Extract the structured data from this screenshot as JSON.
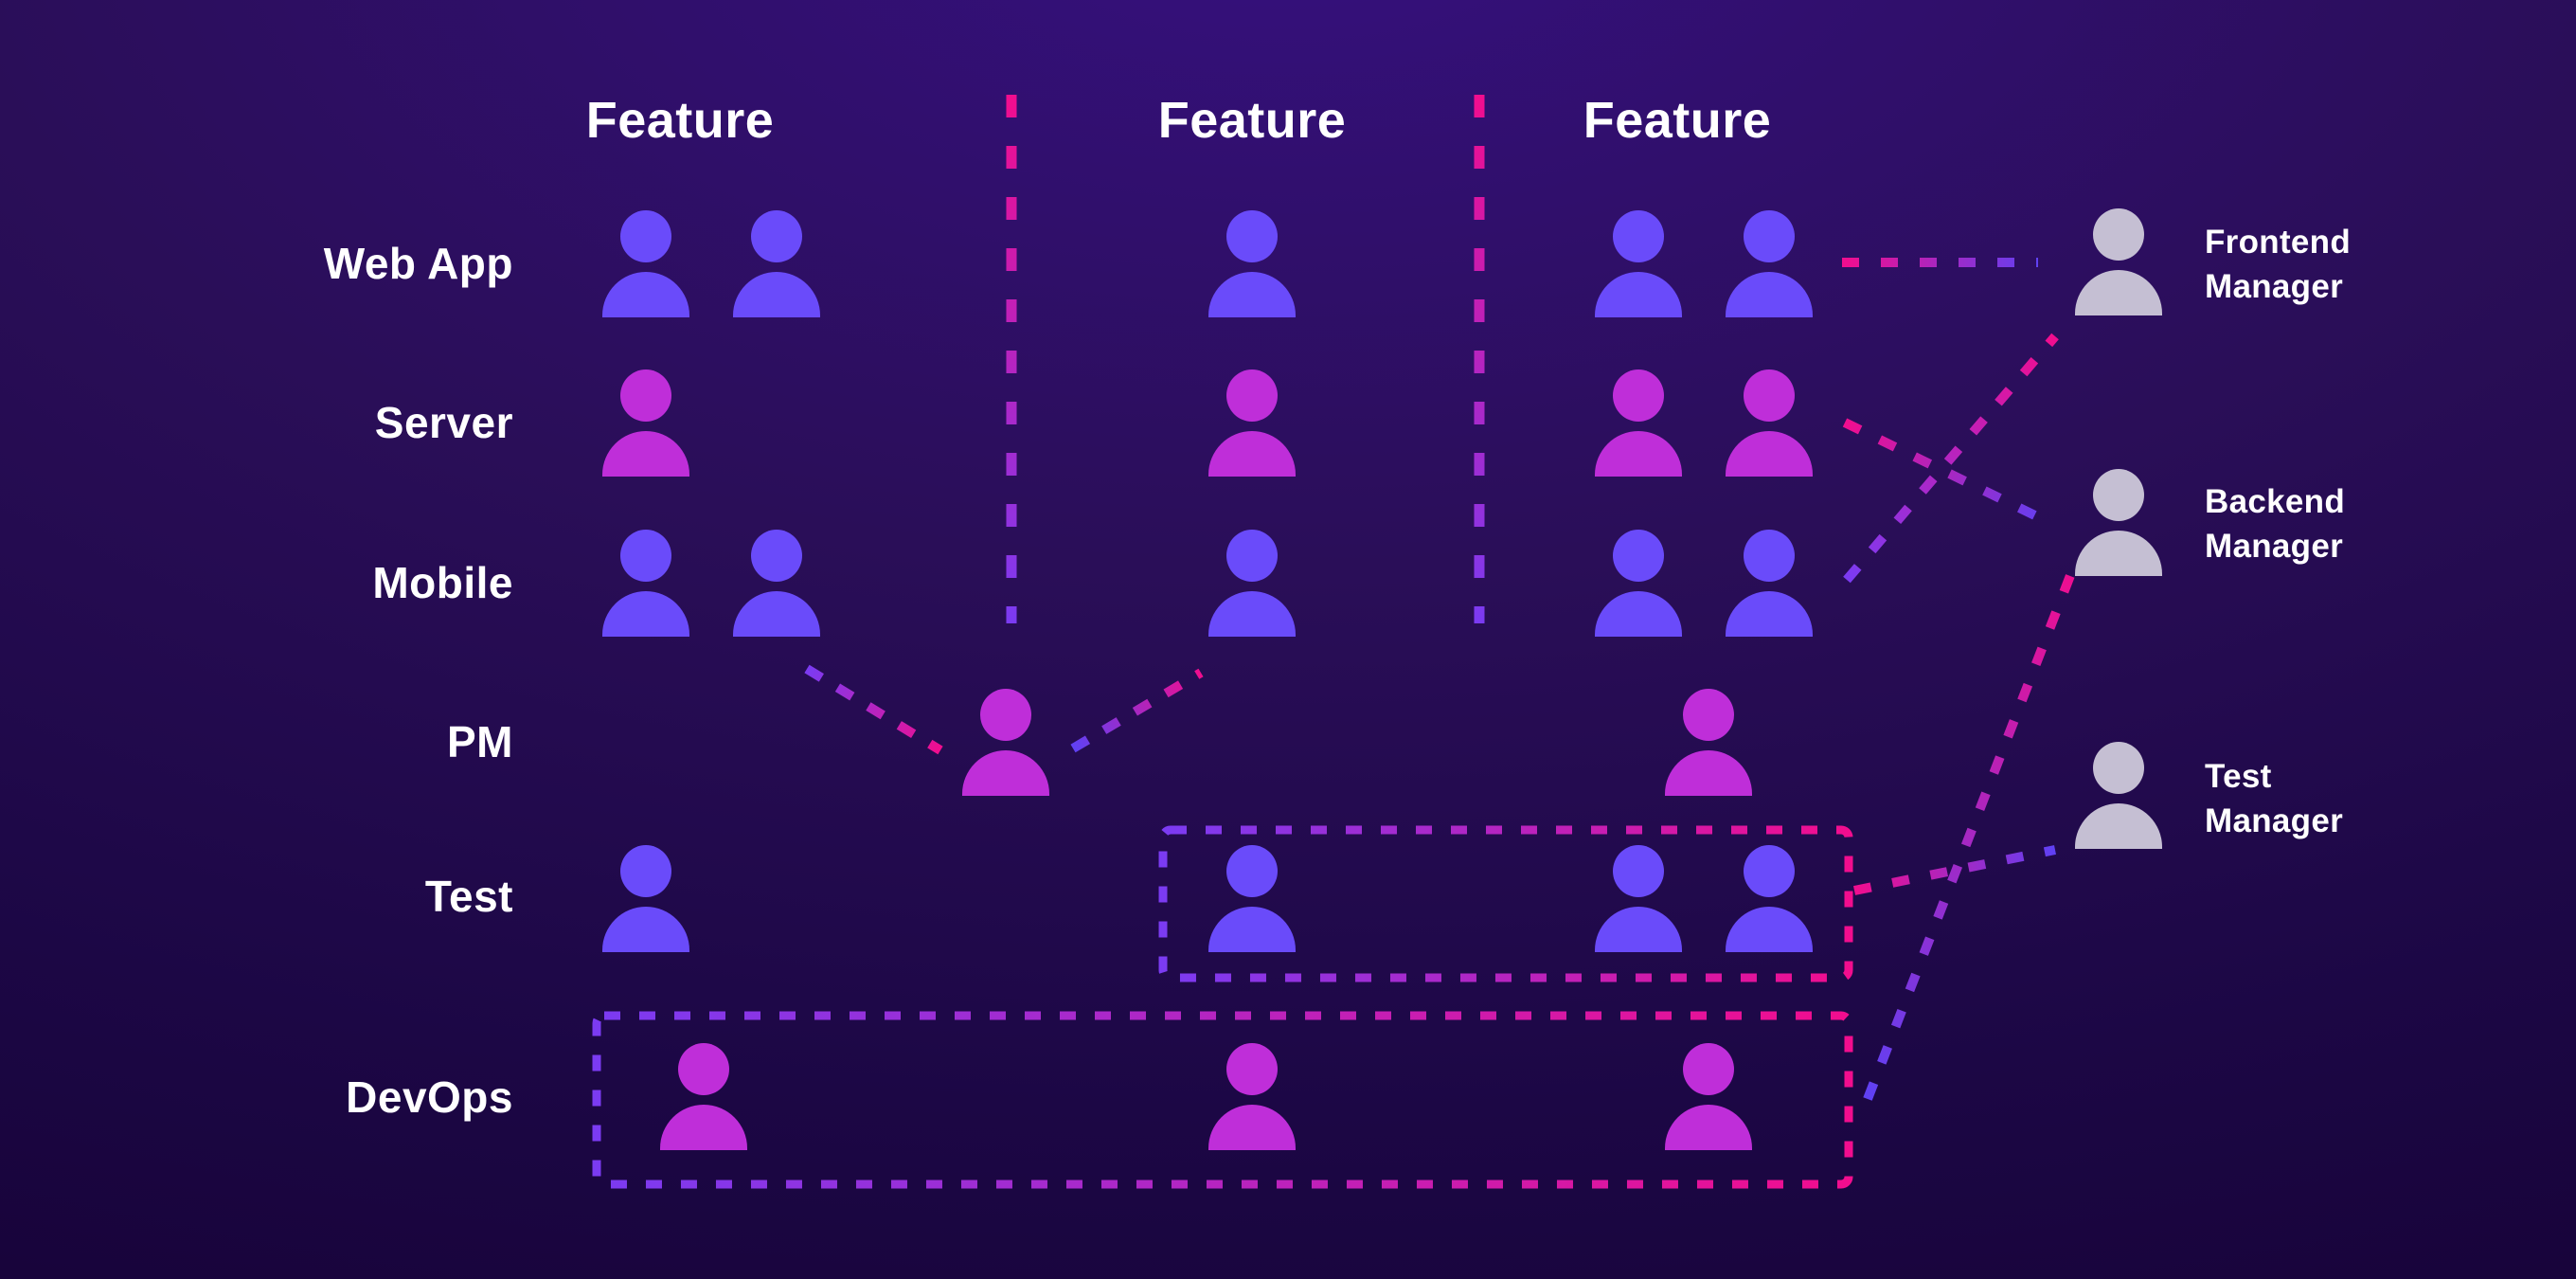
{
  "columns": [
    {
      "label": "Feature"
    },
    {
      "label": "Feature"
    },
    {
      "label": "Feature"
    }
  ],
  "rows": [
    {
      "id": "webapp",
      "label": "Web App"
    },
    {
      "id": "server",
      "label": "Server"
    },
    {
      "id": "mobile",
      "label": "Mobile"
    },
    {
      "id": "pm",
      "label": "PM"
    },
    {
      "id": "test",
      "label": "Test"
    },
    {
      "id": "devops",
      "label": "DevOps"
    }
  ],
  "managers": [
    {
      "id": "frontend",
      "label": "Frontend Manager"
    },
    {
      "id": "backend",
      "label": "Backend Manager"
    },
    {
      "id": "test",
      "label": "Test Manager"
    }
  ],
  "people": [
    {
      "row": "webapp",
      "slot": "f1s1",
      "color": "blue"
    },
    {
      "row": "webapp",
      "slot": "f1s2",
      "color": "blue"
    },
    {
      "row": "webapp",
      "slot": "f2",
      "color": "blue"
    },
    {
      "row": "webapp",
      "slot": "f3s1",
      "color": "blue"
    },
    {
      "row": "webapp",
      "slot": "f3s2",
      "color": "blue"
    },
    {
      "row": "server",
      "slot": "f1s1",
      "color": "magenta"
    },
    {
      "row": "server",
      "slot": "f2",
      "color": "magenta"
    },
    {
      "row": "server",
      "slot": "f3s1",
      "color": "magenta"
    },
    {
      "row": "server",
      "slot": "f3s2",
      "color": "magenta"
    },
    {
      "row": "mobile",
      "slot": "f1s1",
      "color": "blue"
    },
    {
      "row": "mobile",
      "slot": "f1s2",
      "color": "blue"
    },
    {
      "row": "mobile",
      "slot": "f2",
      "color": "blue"
    },
    {
      "row": "mobile",
      "slot": "f3s1",
      "color": "blue"
    },
    {
      "row": "mobile",
      "slot": "f3s2",
      "color": "blue"
    },
    {
      "row": "pm",
      "slot": "pmmid",
      "color": "magenta"
    },
    {
      "row": "pm",
      "slot": "f3mid",
      "color": "magenta"
    },
    {
      "row": "test",
      "slot": "f1s1",
      "color": "blue"
    },
    {
      "row": "test",
      "slot": "f2",
      "color": "blue"
    },
    {
      "row": "test",
      "slot": "f3s1",
      "color": "blue"
    },
    {
      "row": "test",
      "slot": "f3s2",
      "color": "blue"
    },
    {
      "row": "devops",
      "slot": "f1mid",
      "color": "magenta"
    },
    {
      "row": "devops",
      "slot": "f2",
      "color": "magenta"
    },
    {
      "row": "devops",
      "slot": "f3mid",
      "color": "magenta"
    }
  ],
  "colors": {
    "person_blue": "#6A4BFA",
    "person_magenta": "#BF2ED9",
    "person_gray": "#C5BFD3",
    "dash_pink": "#F20D8E",
    "dash_violet": "#7B3BF2",
    "dash_blue": "#5F41F4",
    "text": "#FFFFFF",
    "bg_top": "#36107F",
    "bg_bottom": "#170338"
  }
}
